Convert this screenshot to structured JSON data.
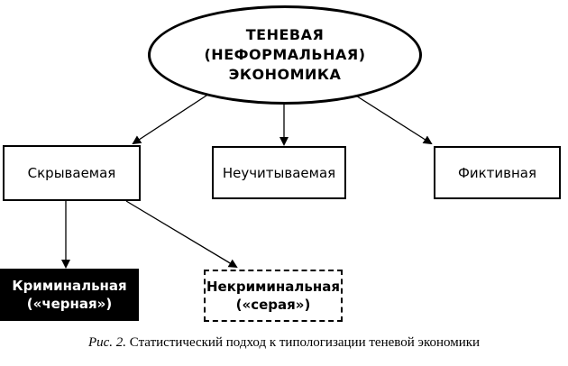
{
  "diagram": {
    "root": {
      "line1": "ТЕНЕВАЯ",
      "line2": "(НЕФОРМАЛЬНАЯ)",
      "line3": "ЭКОНОМИКА"
    },
    "level1": {
      "hidden": "Скрываемая",
      "unrecorded": "Неучитываемая",
      "fictive": "Фиктивная"
    },
    "level2": {
      "criminal_line1": "Криминальная",
      "criminal_line2": "(«черная»)",
      "noncriminal_line1": "Некриминальная",
      "noncriminal_line2": "(«серая»)"
    }
  },
  "caption": {
    "label": "Рис. 2.",
    "text": "Статистический подход к типологизации теневой экономики"
  }
}
